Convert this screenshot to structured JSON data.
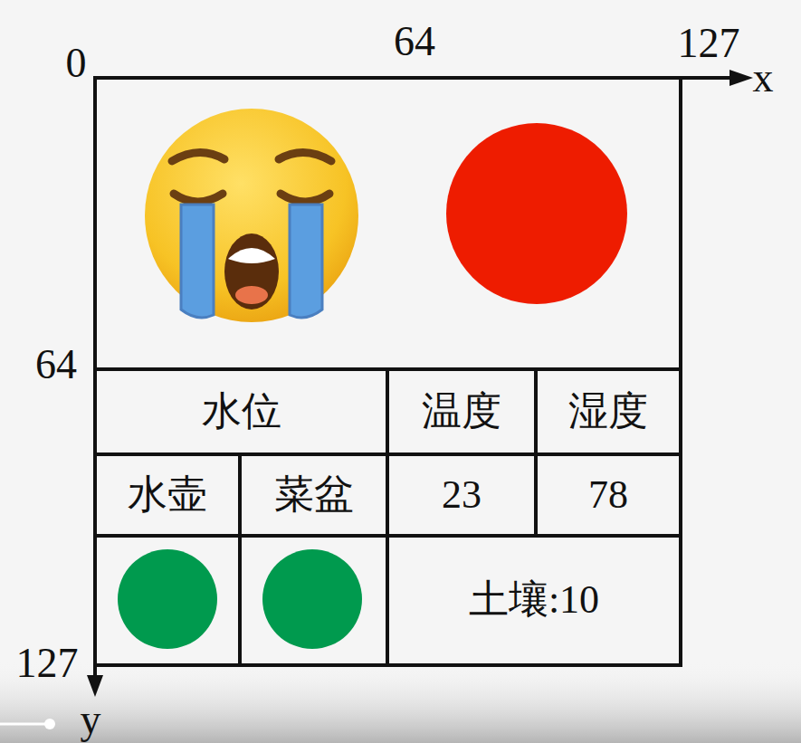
{
  "diagram": {
    "nodes": [
      {
        "text": [
          "水位"
        ]
      },
      {
        "text": [
          "温度"
        ]
      },
      {
        "text": [
          "湿度"
        ]
      },
      {
        "text": [
          "水壶"
        ]
      },
      {
        "text": [
          "菜盆"
        ]
      },
      {
        "text": [
          "23"
        ]
      },
      {
        "text": [
          "78"
        ]
      },
      {
        "text": [
          "土壤:10"
        ]
      }
    ],
    "labels": [
      "0",
      "64",
      "127",
      "x",
      "64",
      "127",
      "y"
    ]
  }
}
